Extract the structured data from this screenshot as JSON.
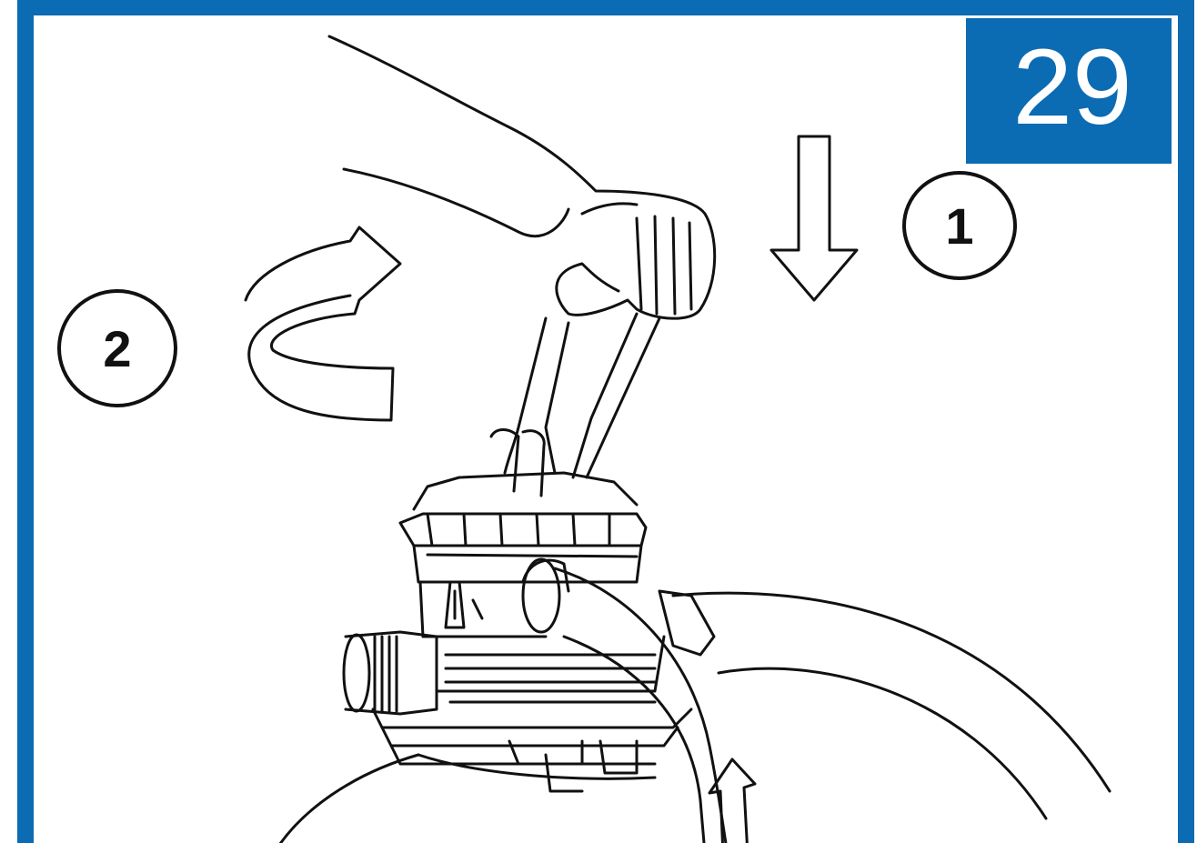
{
  "step_number": "29",
  "callouts": [
    {
      "label": "1",
      "meaning": "push down"
    },
    {
      "label": "2",
      "meaning": "rotate"
    }
  ],
  "colors": {
    "frame_blue": "#0b6bb3",
    "line_art": "#111111",
    "background": "#ffffff"
  },
  "icons": [
    "down-arrow-icon",
    "rotate-arrow-icon",
    "up-arrow-icon",
    "hand-icon"
  ]
}
